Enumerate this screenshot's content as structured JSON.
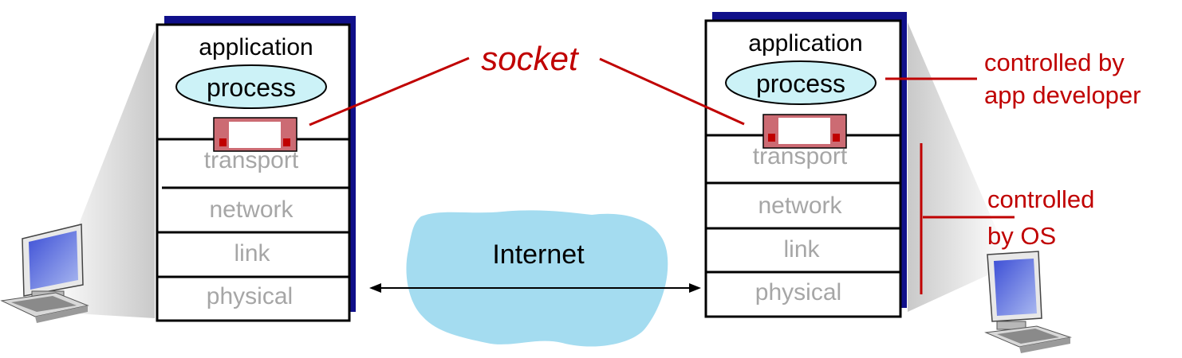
{
  "left_stack": {
    "application_label": "application",
    "process_label": "process",
    "layers": [
      "transport",
      "network",
      "link",
      "physical"
    ]
  },
  "right_stack": {
    "application_label": "application",
    "process_label": "process",
    "layers": [
      "transport",
      "network",
      "link",
      "physical"
    ]
  },
  "socket_label": "socket",
  "internet_label": "Internet",
  "annotations": {
    "app_developer": [
      "controlled by",
      "app developer"
    ],
    "os": [
      "controlled",
      "by OS"
    ]
  },
  "colors": {
    "accent_red": "#c00000",
    "stack_shadow": "#10108a",
    "process_fill": "#ccf2f7",
    "cloud_fill": "#a4dcf0",
    "socket_fill": "#cc6b73",
    "layer_text": "#a6a6a6"
  },
  "icons": [
    "desktop-computer-icon",
    "desktop-computer-icon"
  ]
}
